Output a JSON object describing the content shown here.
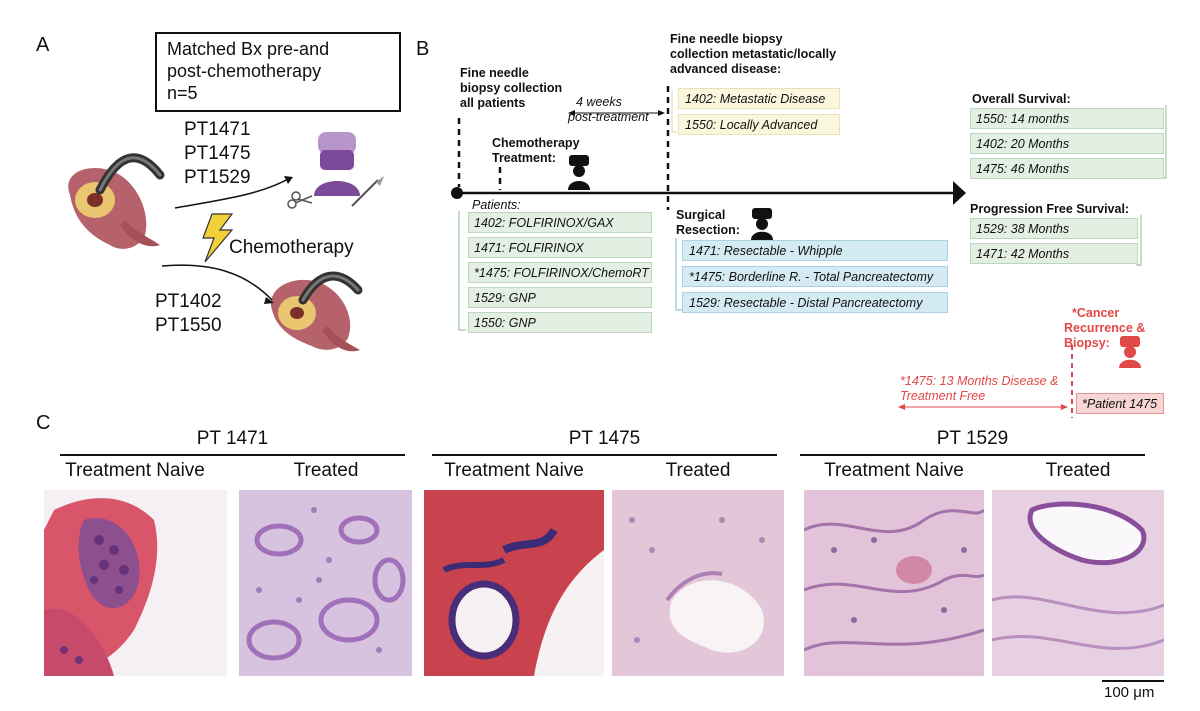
{
  "panelA": {
    "letter": "A",
    "box_lines": [
      "Matched Bx pre-and",
      "post-chemotherapy",
      "n=5"
    ],
    "group1": [
      "PT1471",
      "PT1475",
      "PT1529"
    ],
    "chemo_label": "Chemotherapy",
    "group2": [
      "PT1402",
      "PT1550"
    ]
  },
  "panelB": {
    "letter": "B",
    "fna_all": [
      "Fine needle",
      "biopsy collection",
      "all patients"
    ],
    "fna_meta": [
      "Fine needle biopsy",
      "collection metastatic/locally",
      "advanced disease:"
    ],
    "four_weeks": [
      "4 weeks",
      "post-treatment"
    ],
    "chemo_treat": [
      "Chemotherapy",
      "Treatment:"
    ],
    "meta_items": [
      "1402: Metastatic Disease",
      "1550: Locally Advanced"
    ],
    "patients_label": "Patients:",
    "patients": [
      "1402: FOLFIRINOX/GAX",
      "1471: FOLFIRINOX",
      "*1475: FOLFIRINOX/ChemoRT",
      "1529: GNP",
      "1550: GNP"
    ],
    "surgical": [
      "Surgical",
      "Resection:"
    ],
    "resections": [
      "1471: Resectable - Whipple",
      "*1475: Borderline R. - Total Pancreatectomy",
      "1529: Resectable - Distal Pancreatectomy"
    ],
    "os_label": "Overall Survival:",
    "os_items": [
      "1550: 14 months",
      "1402: 20 Months",
      "1475: 46 Months"
    ],
    "pfs_label": "Progression Free Survival:",
    "pfs_items": [
      "1529: 38 Months",
      "1471: 42 Months"
    ],
    "recur": [
      "*Cancer",
      "Recurrence &",
      "Biopsy:"
    ],
    "free_note": [
      "*1475: 13 Months Disease &",
      "Treatment Free"
    ],
    "patient_box": "*Patient 1475",
    "colors": {
      "red": "#e14848",
      "green_fill": "#e4efe4",
      "yellow_fill": "#fbf7de",
      "blue_fill": "#d4ebf3"
    }
  },
  "panelC": {
    "letter": "C",
    "patients": [
      "PT 1471",
      "PT 1475",
      "PT 1529"
    ],
    "naive": "Treatment Naive",
    "treated": "Treated",
    "scale_bar": "100 μm"
  }
}
